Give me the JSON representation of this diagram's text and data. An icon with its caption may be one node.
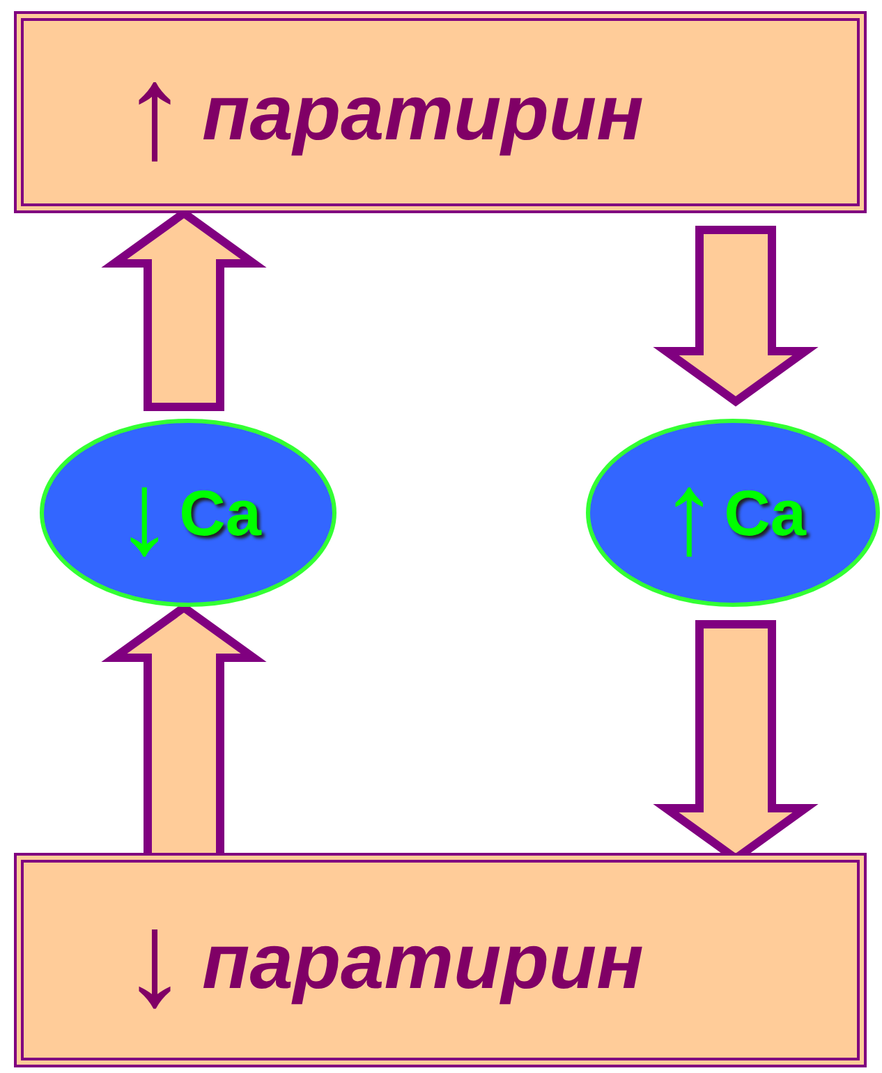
{
  "diagram": {
    "nodes": [
      {
        "text": [
          "↑",
          "паратирин"
        ]
      },
      {
        "text": [
          "↓",
          "Ca"
        ]
      },
      {
        "text": [
          "↑",
          "Ca"
        ]
      },
      {
        "text": [
          "↓",
          "паратирин"
        ]
      }
    ],
    "edges": [
      {
        "from": 1,
        "to": 0,
        "arrow": "to"
      },
      {
        "from": 0,
        "to": 2,
        "arrow": "to"
      },
      {
        "from": 3,
        "to": 1,
        "arrow": "to"
      },
      {
        "from": 2,
        "to": 3,
        "arrow": "to"
      }
    ]
  }
}
